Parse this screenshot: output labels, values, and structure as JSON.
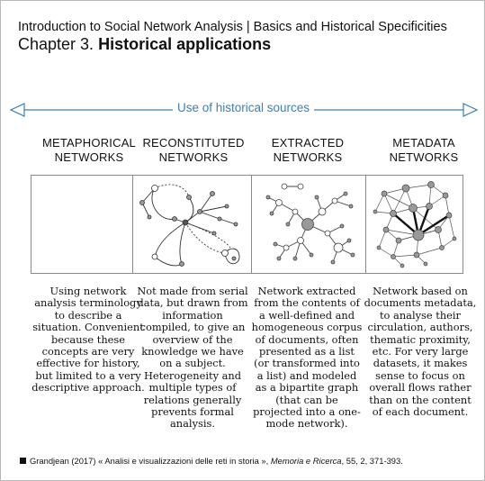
{
  "header": {
    "course_title": "Introduction to Social Network Analysis | Basics and Historical Specificities",
    "chapter_prefix": "Chapter 3.",
    "chapter_title": "Historical applications"
  },
  "axis_arrow": {
    "label": "Use of historical sources",
    "color": "#3f7fb3"
  },
  "columns": [
    {
      "title": "METAPHORICAL\nNETWORKS",
      "illustration": "empty-panel",
      "description": "Using network analysis terminology to describe a situation. Convenient because these concepts are very effective for history, but limited to a very descriptive approach."
    },
    {
      "title": "RECONSTITUTED\nNETWORKS",
      "illustration": "sparse-hand-drawn-network",
      "description": "Not made from serial data, but drawn from information compiled, to give an overview of the knowledge we have on a subject. Heterogeneity and multiple types of relations generally prevents formal analysis."
    },
    {
      "title": "EXTRACTED\nNETWORKS",
      "illustration": "tree-like-network",
      "description": "Network extracted from the contents of a well-defined and homogeneous corpus of documents, often presented as a list (or transformed into a list) and modeled as a bipartite graph (that can be projected into a one-mode network)."
    },
    {
      "title": "METADATA\nNETWORKS",
      "illustration": "dense-weighted-network",
      "description": "Network based on documents metadata, to analyse their circulation, authors, thematic proximity, etc. For very large datasets, it makes sense to focus on overall flows rather than on the content of each document."
    }
  ],
  "footer": {
    "citation_start": "Grandjean (2017) « Analisi e visualizzazioni delle reti in storia », ",
    "journal": "Memoria e Ricerca",
    "citation_end": ", 55, 2, 371-393."
  }
}
